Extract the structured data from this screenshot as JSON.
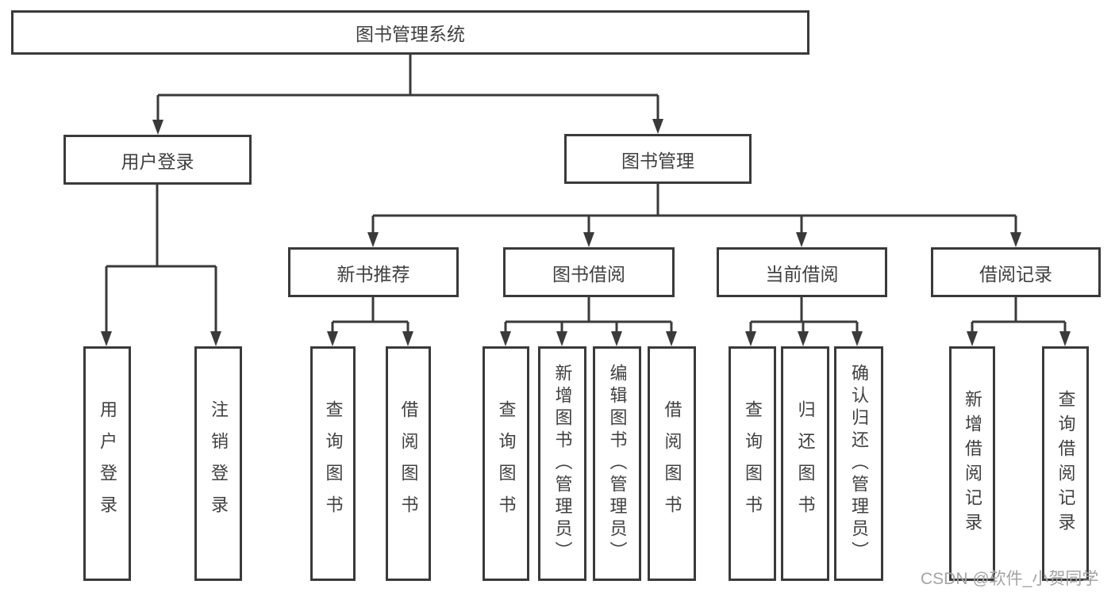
{
  "diagram": {
    "root": {
      "label": "图书管理系统"
    },
    "level1": {
      "user_login": {
        "label": "用户登录"
      },
      "book_management": {
        "label": "图书管理"
      }
    },
    "level2": {
      "new_book_recommend": {
        "label": "新书推荐"
      },
      "book_borrowing": {
        "label": "图书借阅"
      },
      "current_borrowing": {
        "label": "当前借阅"
      },
      "borrow_records": {
        "label": "借阅记录"
      }
    },
    "leaves": {
      "user_login_leaf": {
        "label": "用户登录"
      },
      "logout": {
        "label": "注销登录"
      },
      "query_books_1": {
        "label": "查询图书"
      },
      "borrow_books_1": {
        "label": "借阅图书"
      },
      "query_books_2": {
        "label": "查询图书"
      },
      "add_books": {
        "label": "新增图书（管理员）"
      },
      "edit_books": {
        "label": "编辑图书（管理员）"
      },
      "borrow_books_2": {
        "label": "借阅图书"
      },
      "query_books_3": {
        "label": "查询图书"
      },
      "return_books": {
        "label": "归还图书"
      },
      "confirm_return": {
        "label": "确认归还（管理员）"
      },
      "add_borrow_record": {
        "label": "新增借阅记录"
      },
      "query_borrow_record": {
        "label": "查询借阅记录"
      }
    }
  },
  "watermark": {
    "text": "CSDN @软件_小贺同学"
  },
  "colors": {
    "line": "#3a3a3a",
    "text": "#404040",
    "watermark": "#a3a3a3",
    "background": "#ffffff"
  }
}
